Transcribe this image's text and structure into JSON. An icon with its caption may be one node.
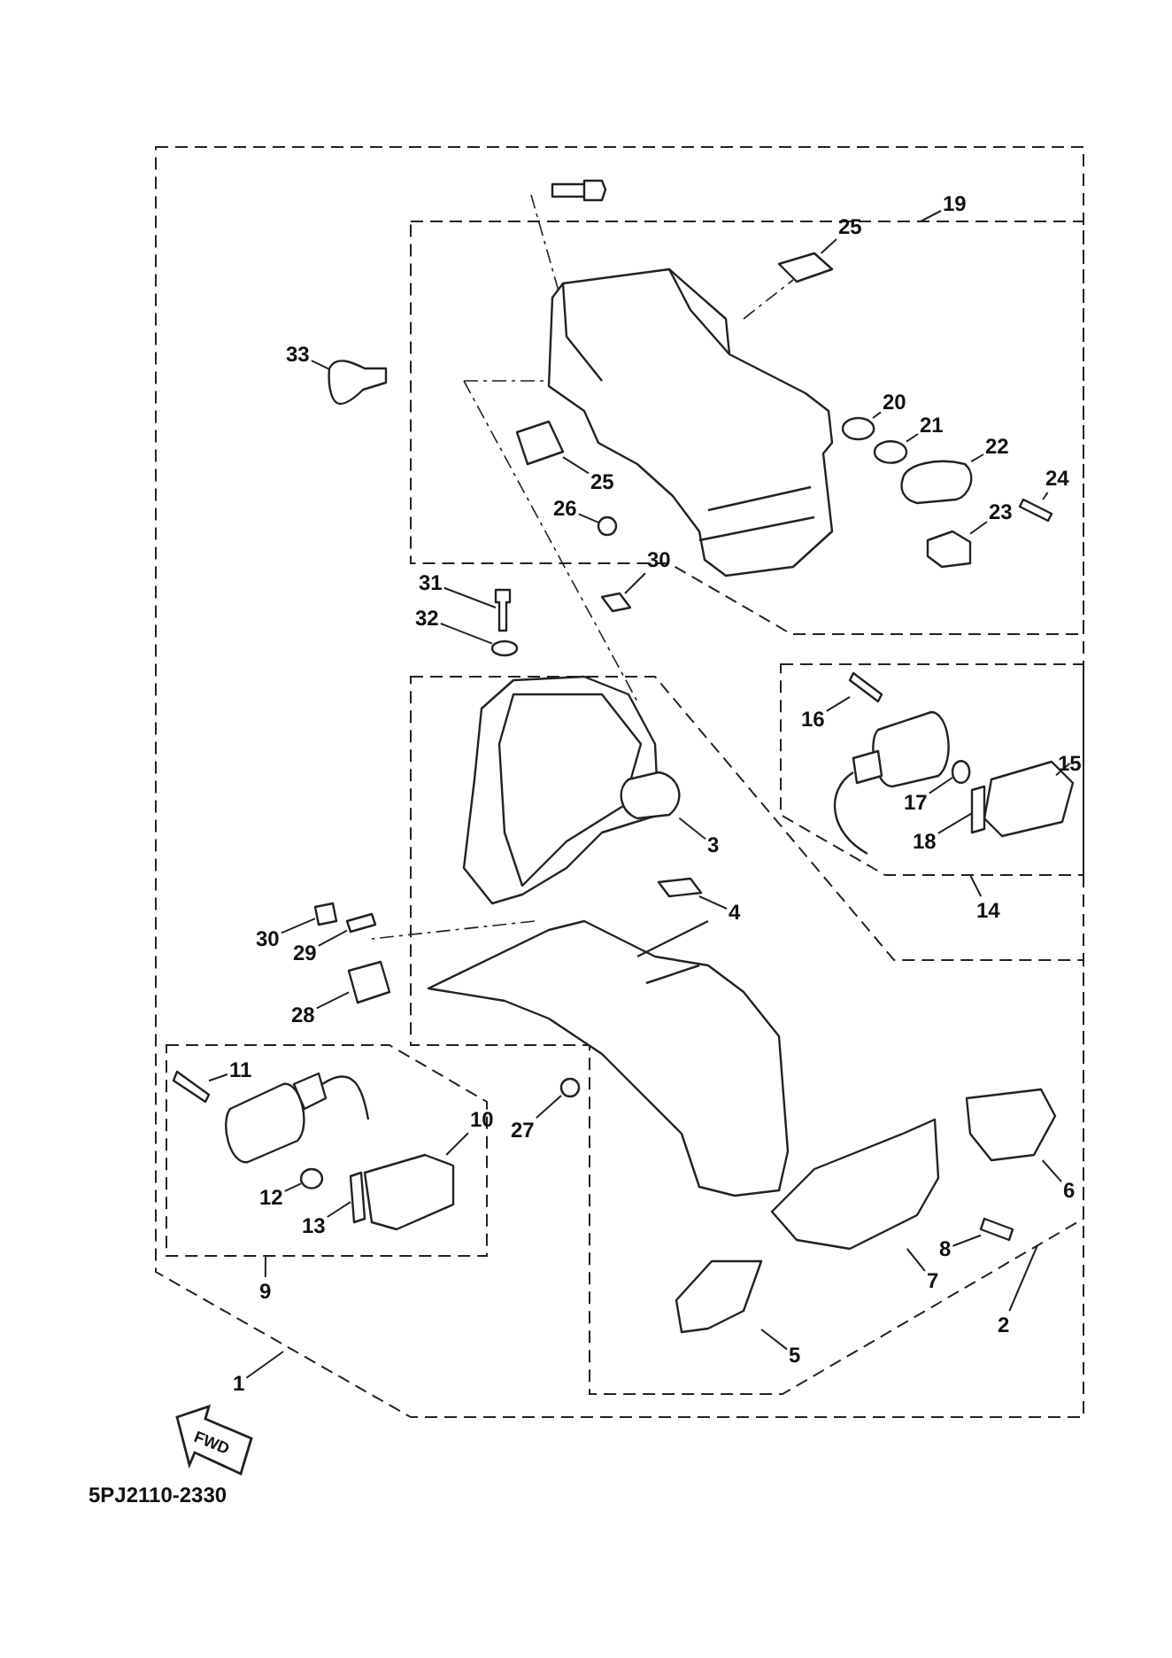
{
  "diagram": {
    "nodes": [
      {
        "text": [
          "19"
        ]
      },
      {
        "text": [
          "25"
        ]
      },
      {
        "text": [
          "33"
        ]
      },
      {
        "text": [
          "20"
        ]
      },
      {
        "text": [
          "21"
        ]
      },
      {
        "text": [
          "22"
        ]
      },
      {
        "text": [
          "24"
        ]
      },
      {
        "text": [
          "25"
        ]
      },
      {
        "text": [
          "23"
        ]
      },
      {
        "text": [
          "26"
        ]
      },
      {
        "text": [
          "30"
        ]
      },
      {
        "text": [
          "31"
        ]
      },
      {
        "text": [
          "32"
        ]
      },
      {
        "text": [
          "16"
        ]
      },
      {
        "text": [
          "15"
        ]
      },
      {
        "text": [
          "17"
        ]
      },
      {
        "text": [
          "3"
        ]
      },
      {
        "text": [
          "18"
        ]
      },
      {
        "text": [
          "14"
        ]
      },
      {
        "text": [
          "4"
        ]
      },
      {
        "text": [
          "30"
        ]
      },
      {
        "text": [
          "29"
        ]
      },
      {
        "text": [
          "28"
        ]
      },
      {
        "text": [
          "11"
        ]
      },
      {
        "text": [
          "27"
        ]
      },
      {
        "text": [
          "10"
        ]
      },
      {
        "text": [
          "6"
        ]
      },
      {
        "text": [
          "12"
        ]
      },
      {
        "text": [
          "13"
        ]
      },
      {
        "text": [
          "8"
        ]
      },
      {
        "text": [
          "9"
        ]
      },
      {
        "text": [
          "7"
        ]
      },
      {
        "text": [
          "2"
        ]
      },
      {
        "text": [
          "5"
        ]
      },
      {
        "text": [
          "1"
        ]
      },
      {
        "text": [],
        "shape": "box"
      },
      {
        "text": [],
        "shape": "box"
      },
      {
        "text": [],
        "shape": "circle"
      },
      {
        "text": [],
        "shape": "circle"
      },
      {
        "text": [],
        "shape": "box"
      },
      {
        "text": [],
        "shape": "box"
      },
      {
        "text": [],
        "shape": "box"
      },
      {
        "text": [],
        "shape": "box"
      },
      {
        "text": [],
        "shape": "circle"
      },
      {
        "text": [],
        "shape": "box"
      },
      {
        "text": [],
        "shape": "box"
      },
      {
        "text": [],
        "shape": "circle"
      },
      {
        "text": [],
        "shape": "box"
      },
      {
        "text": [],
        "shape": "box"
      },
      {
        "text": [],
        "shape": "circle"
      },
      {
        "text": [],
        "shape": "box"
      },
      {
        "text": [],
        "shape": "box"
      },
      {
        "text": [],
        "shape": "box"
      },
      {
        "text": [],
        "shape": "box"
      },
      {
        "text": [],
        "shape": "box"
      },
      {
        "text": [],
        "shape": "box"
      },
      {
        "text": [],
        "shape": "box"
      },
      {
        "text": [],
        "shape": "circle"
      },
      {
        "text": [],
        "shape": "box"
      },
      {
        "text": [],
        "shape": "box"
      },
      {
        "text": [],
        "shape": "circle"
      },
      {
        "text": [],
        "shape": "box"
      },
      {
        "text": [],
        "shape": "box"
      },
      {
        "text": [],
        "shape": "box"
      },
      {
        "text": [],
        "shape": "box"
      }
    ],
    "edges": [
      {
        "from": 0,
        "to": null,
        "arrow": "none"
      },
      {
        "from": 1,
        "to": 35,
        "arrow": "none"
      },
      {
        "from": 2,
        "to": 36,
        "arrow": "none"
      },
      {
        "from": 3,
        "to": 37,
        "arrow": "none"
      },
      {
        "from": 4,
        "to": 38,
        "arrow": "none"
      },
      {
        "from": 5,
        "to": 39,
        "arrow": "none"
      },
      {
        "from": 6,
        "to": 40,
        "arrow": "none"
      },
      {
        "from": 7,
        "to": 41,
        "arrow": "none"
      },
      {
        "from": 8,
        "to": 42,
        "arrow": "none"
      },
      {
        "from": 9,
        "to": 43,
        "arrow": "none"
      },
      {
        "from": 10,
        "to": 44,
        "arrow": "none"
      },
      {
        "from": 11,
        "to": 45,
        "arrow": "none"
      },
      {
        "from": 12,
        "to": 46,
        "arrow": "none"
      },
      {
        "from": 13,
        "to": 47,
        "arrow": "none"
      },
      {
        "from": 14,
        "to": 48,
        "arrow": "none"
      },
      {
        "from": 15,
        "to": 49,
        "arrow": "none"
      },
      {
        "from": 16,
        "to": 50,
        "arrow": "none"
      },
      {
        "from": 17,
        "to": 51,
        "arrow": "none"
      },
      {
        "from": 18,
        "to": null,
        "arrow": "none"
      },
      {
        "from": 19,
        "to": 52,
        "arrow": "none"
      },
      {
        "from": 20,
        "to": 53,
        "arrow": "none"
      },
      {
        "from": 21,
        "to": 54,
        "arrow": "none"
      },
      {
        "from": 22,
        "to": 55,
        "arrow": "none"
      },
      {
        "from": 23,
        "to": 56,
        "arrow": "none"
      },
      {
        "from": 24,
        "to": 57,
        "arrow": "none"
      },
      {
        "from": 25,
        "to": 58,
        "arrow": "none"
      },
      {
        "from": 26,
        "to": 59,
        "arrow": "none"
      },
      {
        "from": 27,
        "to": 60,
        "arrow": "none"
      },
      {
        "from": 28,
        "to": 61,
        "arrow": "none"
      },
      {
        "from": 29,
        "to": 62,
        "arrow": "none"
      },
      {
        "from": 30,
        "to": null,
        "arrow": "none"
      },
      {
        "from": 31,
        "to": 63,
        "arrow": "none"
      },
      {
        "from": 32,
        "to": null,
        "arrow": "none"
      },
      {
        "from": 33,
        "to": 64,
        "arrow": "none"
      },
      {
        "from": 34,
        "to": null,
        "arrow": "none"
      }
    ],
    "labels": [
      "FWD",
      "5PJ2110-2330"
    ]
  }
}
